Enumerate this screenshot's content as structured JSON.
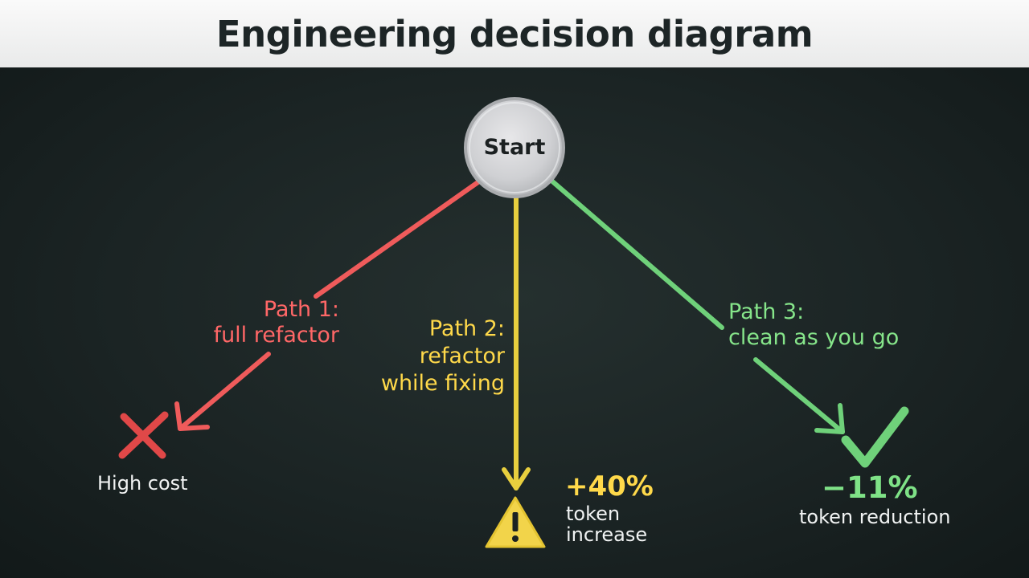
{
  "title": "Engineering decision diagram",
  "start": {
    "label": "Start"
  },
  "paths": [
    {
      "label_line1": "Path 1:",
      "label_line2": "full refactor",
      "color": "#ff6767",
      "outcome_icon": "x-mark-icon",
      "outcome_text": "High cost"
    },
    {
      "label_line1": "Path 2:",
      "label_line2": "refactor",
      "label_line3": "while fixing",
      "color": "#ffd94a",
      "outcome_icon": "warning-triangle-icon",
      "outcome_value": "+40%",
      "outcome_text_line1": "token",
      "outcome_text_line2": "increase"
    },
    {
      "label_line1": "Path 3:",
      "label_line2": "clean as you go",
      "color": "#86e58a",
      "outcome_icon": "checkmark-icon",
      "outcome_value": "−11%",
      "outcome_text": "token reduction"
    }
  ]
}
